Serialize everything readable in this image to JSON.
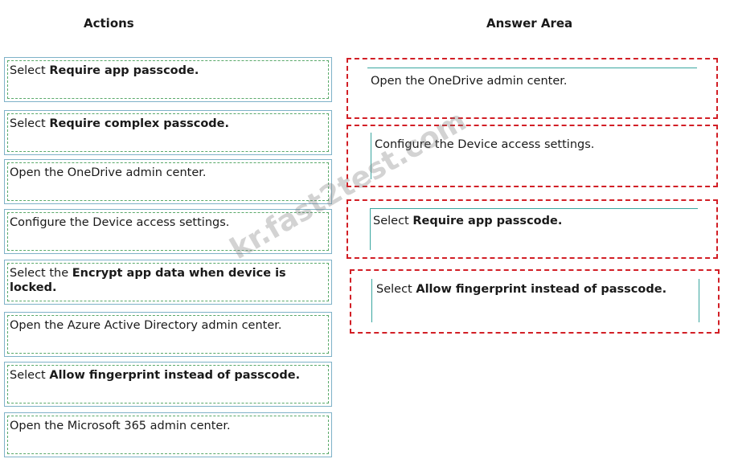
{
  "headings": {
    "actions": "Actions",
    "answer_area": "Answer Area"
  },
  "actions": [
    {
      "prefix": "Select ",
      "bold": "Require app passcode.",
      "suffix": ""
    },
    {
      "prefix": "Select ",
      "bold": "Require complex passcode.",
      "suffix": ""
    },
    {
      "prefix": "Open the OneDrive admin center.",
      "bold": "",
      "suffix": ""
    },
    {
      "prefix": "Configure the Device access settings.",
      "bold": "",
      "suffix": ""
    },
    {
      "prefix": "Select the ",
      "bold": "Encrypt app data when device is locked.",
      "suffix": ""
    },
    {
      "prefix": "Open the Azure Active Directory admin center.",
      "bold": "",
      "suffix": ""
    },
    {
      "prefix": "Select ",
      "bold": "Allow fingerprint instead of passcode.",
      "suffix": ""
    },
    {
      "prefix": "Open the Microsoft 365 admin center.",
      "bold": "",
      "suffix": ""
    }
  ],
  "answers": [
    {
      "prefix": "Open the OneDrive admin center.",
      "bold": ""
    },
    {
      "prefix": "Configure the Device access settings.",
      "bold": ""
    },
    {
      "prefix": "Select ",
      "bold": "Require app passcode."
    },
    {
      "prefix": "Select ",
      "bold": "Allow fingerprint instead of passcode."
    }
  ],
  "watermark": "kr.fast2test.com",
  "colors": {
    "answer_border": "#d21f26",
    "action_outer_border": "#7fb2c8",
    "action_inner_border": "#5aa96a",
    "slot_line": "#3aa6a0"
  }
}
